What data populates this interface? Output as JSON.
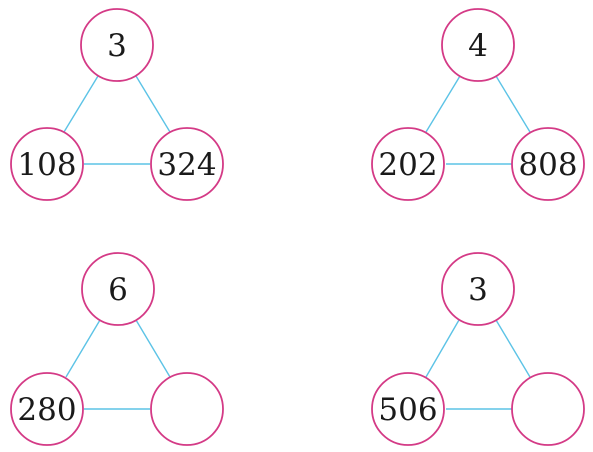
{
  "diagrams": [
    {
      "top": "3",
      "left": "108",
      "right": "324"
    },
    {
      "top": "4",
      "left": "202",
      "right": "808"
    },
    {
      "top": "6",
      "left": "280",
      "right": ""
    },
    {
      "top": "3",
      "left": "506",
      "right": ""
    }
  ],
  "colors": {
    "circle_stroke": "#d43a86",
    "edge_stroke": "#5cc3e6",
    "text": "#1a1a1a",
    "background": "#ffffff"
  }
}
